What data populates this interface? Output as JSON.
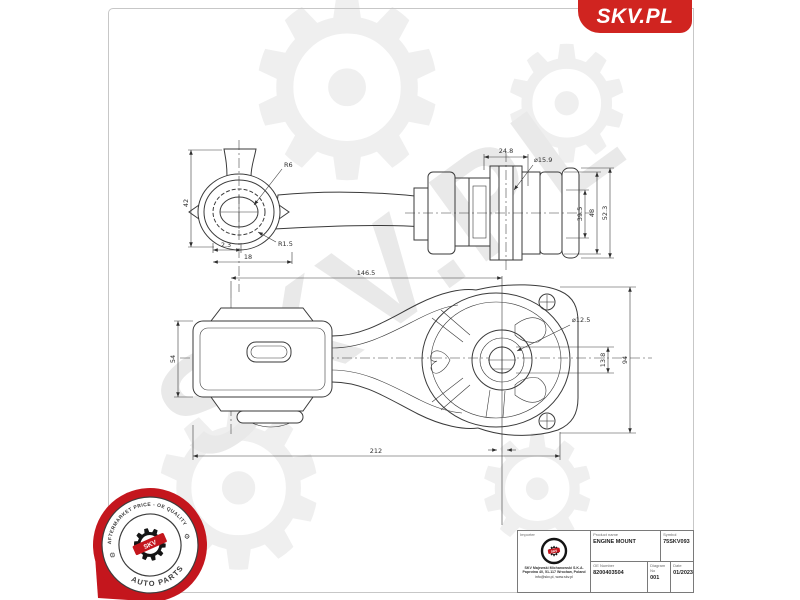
{
  "header": {
    "logo_text": "SKV.PL",
    "logo_color": "#d02420"
  },
  "watermark": {
    "text": "SKV.PL",
    "gear_char": "⚙"
  },
  "drawing": {
    "side_view": {
      "dims": {
        "v42": "42",
        "r6": "R6",
        "r15": "R1.5",
        "v23": "2.3",
        "v18": "18",
        "v248": "24.8",
        "d159": "⌀15.9",
        "v395": "39.5",
        "v48": "48",
        "v523": "52.3"
      }
    },
    "plan_view": {
      "dims": {
        "v1465": "146.5",
        "v54": "54",
        "d125": "⌀12.5",
        "v138": "13.8",
        "v94": "94",
        "v212": "212"
      }
    }
  },
  "badge": {
    "arc_top": "AFTERMARKET PRICE - OE QUALITY",
    "arc_bottom": "AUTO PARTS",
    "center_label": "SKV",
    "red": "#c4161d",
    "gear_char": "⚙"
  },
  "title_block": {
    "importer": {
      "label": "Importer",
      "center_label": "SKV",
      "address_line1": "SKV Majewski Michanowski S.K.A.",
      "address_line2": "Paprotna 40, 51-117 Wrocław, Poland",
      "address_line3": "info@skv.pl, www.skv.pl"
    },
    "product": {
      "label": "Product name",
      "value": "ENGINE MOUNT"
    },
    "symbol": {
      "label": "Symbol",
      "value": "75SKV093"
    },
    "oe": {
      "label": "OE Number",
      "value": "8200403504"
    },
    "diagram": {
      "label": "Diagram No",
      "value": "001"
    },
    "date": {
      "label": "Date",
      "value": "01/2023"
    }
  }
}
